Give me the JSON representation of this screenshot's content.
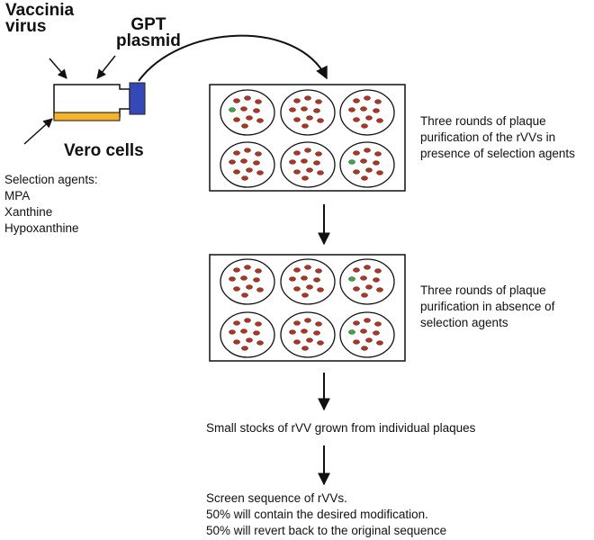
{
  "labels": {
    "vaccinia": [
      "Vaccinia",
      "virus"
    ],
    "gpt": [
      "GPT",
      "plasmid"
    ],
    "vero": "Vero cells",
    "selection": [
      "Selection agents:",
      "MPA",
      "Xanthine",
      "Hypoxanthine"
    ]
  },
  "steps": {
    "step1": [
      "Three rounds of plaque",
      "purification of the rVVs in",
      "presence of selection agents"
    ],
    "step2": [
      "Three rounds of plaque",
      "purification in absence of",
      "selection agents"
    ],
    "step3": "Small stocks of rVV grown from individual plaques",
    "step4": [
      "Screen sequence of rVVs.",
      "50% will contain the desired modification.",
      "50% will revert back to the original sequence"
    ]
  },
  "colors": {
    "flask_fill": "#ffffff",
    "cell_layer": "#f2b42a",
    "cap": "#3548b8",
    "plaque_red": "#b5321e",
    "plaque_green": "#39a845",
    "outline": "#111111"
  },
  "plates": [
    {
      "green_plaques": [
        1,
        0,
        0,
        0,
        0,
        1
      ]
    },
    {
      "green_plaques": [
        0,
        0,
        1,
        0,
        0,
        1
      ]
    }
  ]
}
